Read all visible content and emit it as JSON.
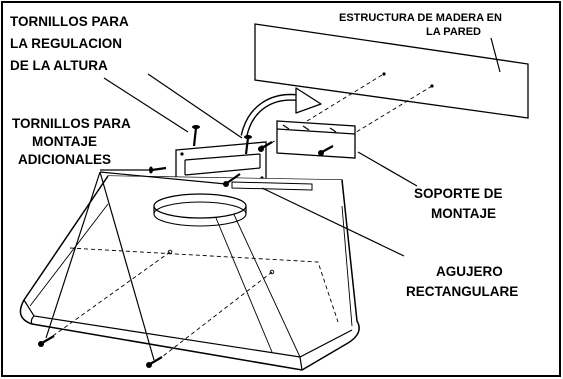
{
  "labels": {
    "height_screws": [
      "TORNILLOS PARA",
      "LA REGULACION",
      "DE LA ALTURA"
    ],
    "extra_screws": [
      "TORNILLOS PARA",
      "MONTAJE",
      "ADICIONALES"
    ],
    "wall_structure": [
      "ESTRUCTURA DE MADERA EN",
      "LA PARED"
    ],
    "bracket": [
      "SOPORTE DE",
      "MONTAJE"
    ],
    "hole": [
      "AGUJERO",
      "RECTANGULARE"
    ]
  },
  "icons": [
    "screw-icon",
    "curved-arrow-icon"
  ]
}
